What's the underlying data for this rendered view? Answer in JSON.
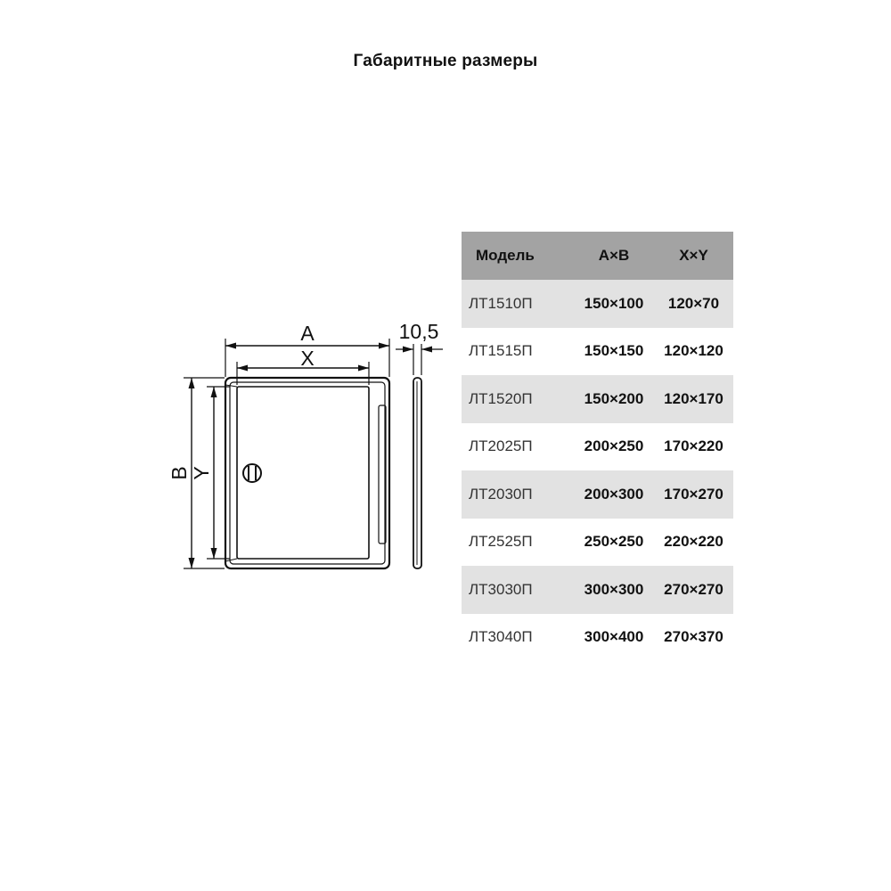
{
  "title": "Габаритные размеры",
  "drawing": {
    "label_a": "A",
    "label_x": "X",
    "label_b": "B",
    "label_y": "Y",
    "thickness_label": "10,5"
  },
  "table": {
    "headers": [
      "Модель",
      "A×B",
      "X×Y"
    ],
    "header_bg": "#a3a3a3",
    "stripe_bg": "#e2e2e2",
    "rows": [
      {
        "model": "ЛТ1510П",
        "ab": "150×100",
        "xy": "120×70"
      },
      {
        "model": "ЛТ1515П",
        "ab": "150×150",
        "xy": "120×120"
      },
      {
        "model": "ЛТ1520П",
        "ab": "150×200",
        "xy": "120×170"
      },
      {
        "model": "ЛТ2025П",
        "ab": "200×250",
        "xy": "170×220"
      },
      {
        "model": "ЛТ2030П",
        "ab": "200×300",
        "xy": "170×270"
      },
      {
        "model": "ЛТ2525П",
        "ab": "250×250",
        "xy": "220×220"
      },
      {
        "model": "ЛТ3030П",
        "ab": "300×300",
        "xy": "270×270"
      },
      {
        "model": "ЛТ3040П",
        "ab": "300×400",
        "xy": "270×370"
      }
    ]
  }
}
